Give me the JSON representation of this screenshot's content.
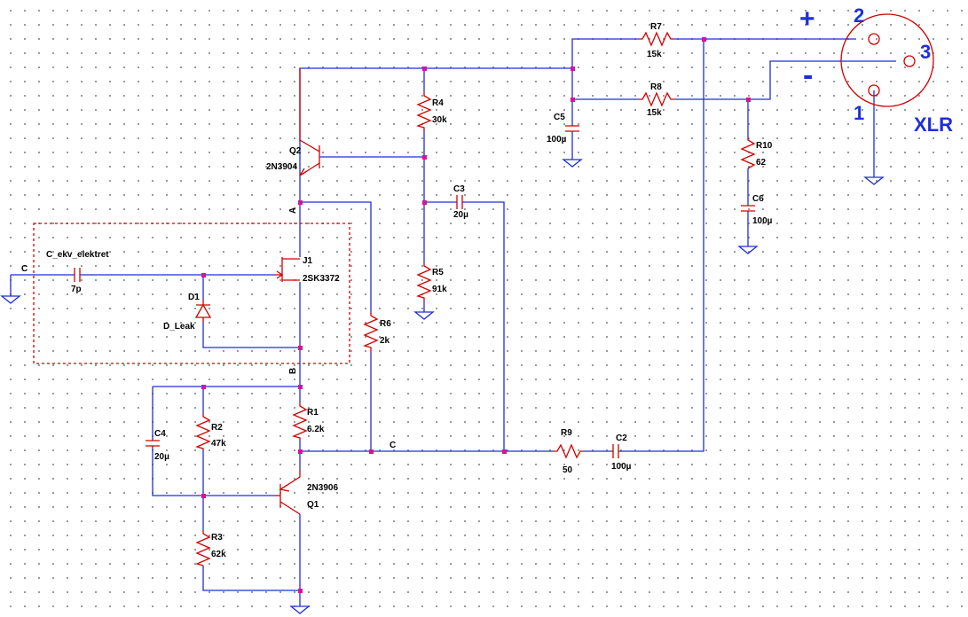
{
  "components": {
    "r1": {
      "ref": "R1",
      "value": "6.2k"
    },
    "r2": {
      "ref": "R2",
      "value": "47k"
    },
    "r3": {
      "ref": "R3",
      "value": "62k"
    },
    "r4": {
      "ref": "R4",
      "value": "30k"
    },
    "r5": {
      "ref": "R5",
      "value": "91k"
    },
    "r6": {
      "ref": "R6",
      "value": "2k"
    },
    "r7": {
      "ref": "R7",
      "value": "15k"
    },
    "r8": {
      "ref": "R8",
      "value": "15k"
    },
    "r9": {
      "ref": "R9",
      "value": "50"
    },
    "r10": {
      "ref": "R10",
      "value": "62"
    },
    "c2": {
      "ref": "C2",
      "value": "100µ"
    },
    "c3": {
      "ref": "C3",
      "value": "20µ"
    },
    "c4": {
      "ref": "C4",
      "value": "20µ"
    },
    "c5": {
      "ref": "C5",
      "value": "100µ"
    },
    "c6": {
      "ref": "C6",
      "value": "100µ"
    },
    "c_ekv": {
      "ref": "C_ekv_elektret",
      "value": "7p"
    },
    "d1": {
      "ref": "D1",
      "value": "D_Leak"
    },
    "j1": {
      "ref": "J1",
      "value": "2SK3372"
    },
    "q1": {
      "ref": "Q1",
      "value": "2N3906"
    },
    "q2": {
      "ref": "Q2",
      "value": "2N3904"
    }
  },
  "net_labels": {
    "a": "A",
    "b": "B",
    "c_mid": "C",
    "c_left": "C"
  },
  "xlr": {
    "label": "XLR",
    "pin1": "1",
    "pin2": "2",
    "pin3": "3",
    "plus": "+",
    "minus": "-"
  },
  "colors": {
    "wire": "#1f2fd6",
    "component": "#d10000",
    "node": "#d4149a",
    "label": "#000000",
    "xlr_text": "#1f2fd6"
  }
}
